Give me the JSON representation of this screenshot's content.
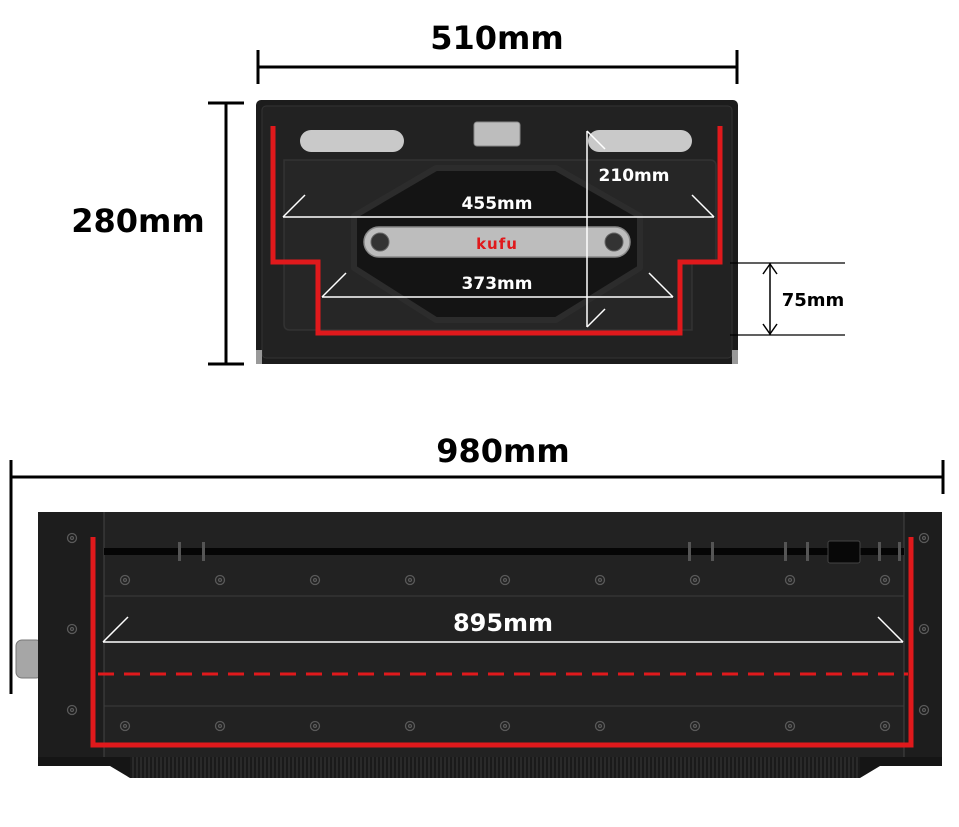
{
  "top_view": {
    "width_label": "510mm",
    "height_label": "280mm",
    "inner_height_label": "210mm",
    "upper_width_label": "455mm",
    "lower_width_label": "373mm",
    "step_label": "75mm",
    "brand": "kufu"
  },
  "side_view": {
    "length_label": "980mm",
    "inner_length_label": "895mm"
  },
  "colors": {
    "outline": "#e0191c",
    "body": "#1b1b1b",
    "dimension": "#000000"
  }
}
